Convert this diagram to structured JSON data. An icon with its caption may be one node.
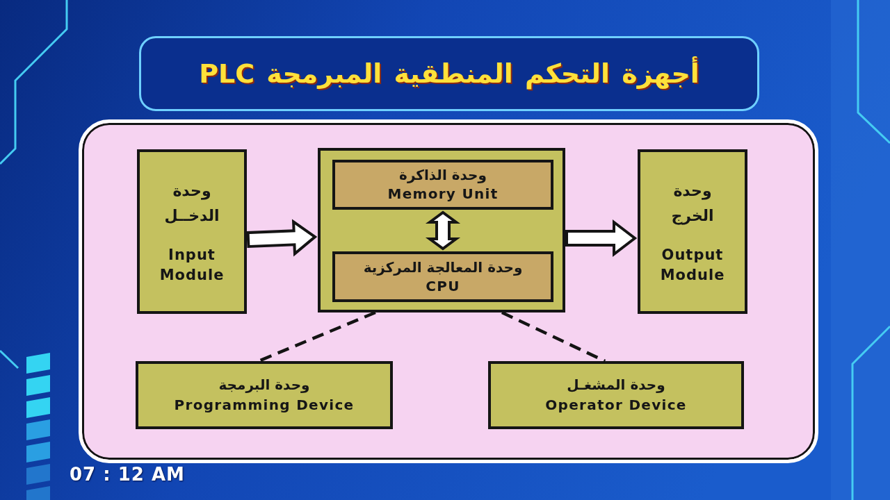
{
  "diagram": {
    "title": "أجهزة التحكم المنطقية المبرمجة PLC",
    "nodes": [
      {
        "text": [],
        "shape": "box"
      },
      {
        "text": [
          "وحدة الدخــل",
          "Input Module"
        ],
        "in": 0
      },
      {
        "text": [],
        "shape": "box",
        "in": 0
      },
      {
        "text": [
          "وحدة الذاكرة",
          "Memory Unit"
        ],
        "in": 2
      },
      {
        "text": [
          "وحدة المعالجة المركزية",
          "CPU"
        ],
        "in": 2
      },
      {
        "text": [
          "وحدة الخرج",
          "Output Module"
        ],
        "in": 0
      },
      {
        "text": [
          "وحدة البرمجة",
          "Programming Device"
        ],
        "in": 0
      },
      {
        "text": [
          "وحدة المشغـل",
          "Operator Device"
        ],
        "in": 0
      }
    ],
    "edges": [
      {
        "from": 1,
        "to": 2,
        "arrow": "to"
      },
      {
        "from": 3,
        "to": 4,
        "arrow": "both"
      },
      {
        "from": 2,
        "to": 5,
        "arrow": "to"
      },
      {
        "from": 2,
        "to": 6,
        "arrow": "none",
        "style": "dashed"
      },
      {
        "from": 2,
        "to": 7,
        "arrow": "none",
        "style": "dashed"
      }
    ],
    "labels": [
      "07 : 12 AM"
    ]
  }
}
